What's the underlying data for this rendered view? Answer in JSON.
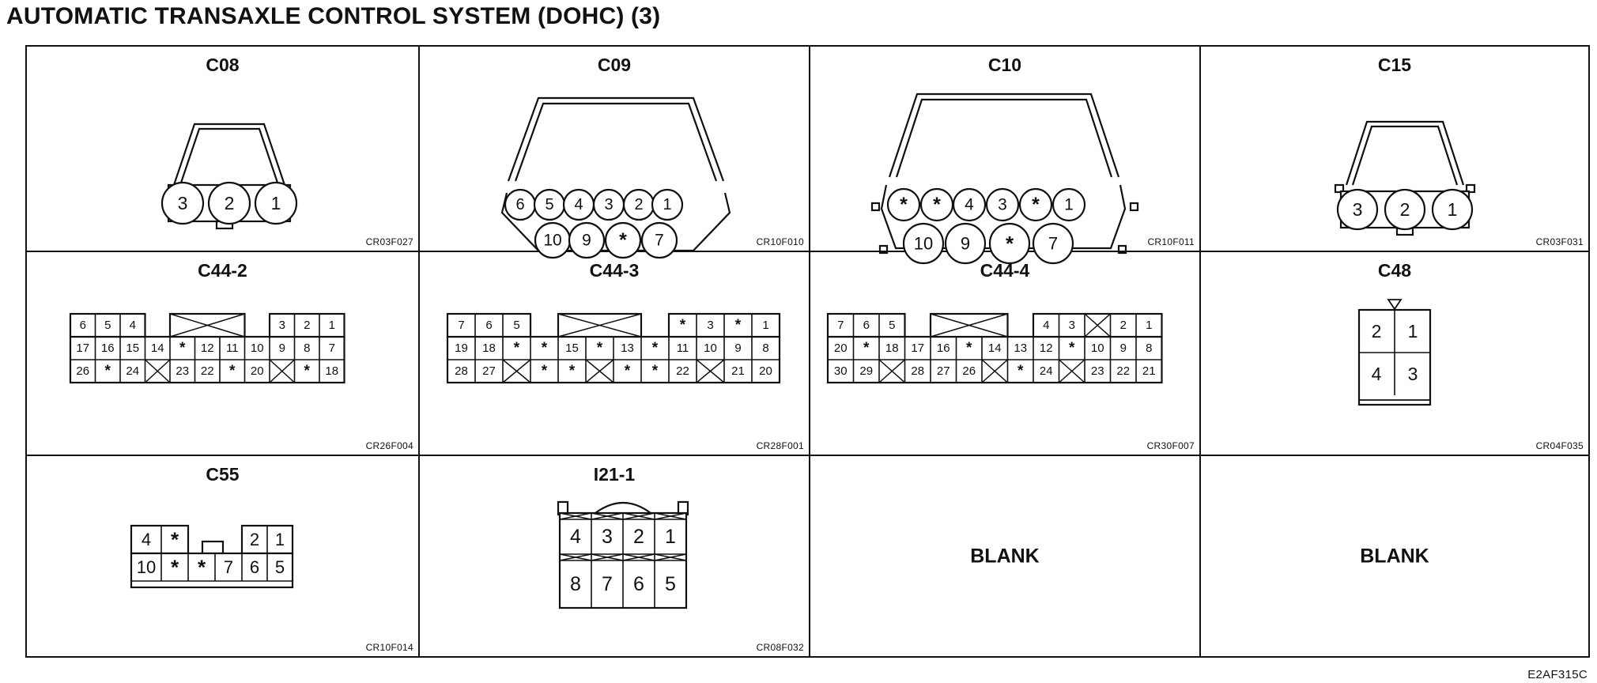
{
  "title": "AUTOMATIC TRANSAXLE CONTROL SYSTEM (DOHC) (3)",
  "document_code": "E2AF315C",
  "connectors": [
    {
      "id": "c08",
      "name": "C08",
      "code": "CR03F027",
      "row1": [
        "3",
        "2",
        "1"
      ],
      "row2": []
    },
    {
      "id": "c09",
      "name": "C09",
      "code": "CR10F010",
      "row1": [
        "6",
        "5",
        "4",
        "3",
        "2",
        "1"
      ],
      "row2": [
        "10",
        "9",
        "*",
        "7"
      ]
    },
    {
      "id": "c10",
      "name": "C10",
      "code": "CR10F011",
      "row1": [
        "*",
        "*",
        "4",
        "3",
        "*",
        "1"
      ],
      "row2": [
        "10",
        "9",
        "*",
        "7"
      ]
    },
    {
      "id": "c15",
      "name": "C15",
      "code": "CR03F031",
      "row1": [
        "3",
        "2",
        "1"
      ],
      "row2": []
    },
    {
      "id": "c44_2",
      "name": "C44-2",
      "code": "CR26F004",
      "row1": [
        "6",
        "5",
        "4",
        "",
        "",
        "",
        "3",
        "2",
        "1"
      ],
      "row2": [
        "17",
        "16",
        "15",
        "14",
        "*",
        "12",
        "11",
        "10",
        "9",
        "8",
        "7"
      ],
      "row3": [
        "26",
        "*",
        "24",
        "",
        "23",
        "22",
        "*",
        "20",
        "",
        "*",
        "18"
      ]
    },
    {
      "id": "c44_3",
      "name": "C44-3",
      "code": "CR28F001",
      "row1": [
        "7",
        "6",
        "5",
        "",
        "",
        "",
        "*",
        "3",
        "*",
        "1"
      ],
      "row2": [
        "19",
        "18",
        "*",
        "*",
        "15",
        "*",
        "13",
        "*",
        "11",
        "10",
        "9",
        "8"
      ],
      "row3": [
        "28",
        "27",
        "",
        "*",
        "*",
        "",
        "*",
        "*",
        "22",
        "",
        "21",
        "20"
      ]
    },
    {
      "id": "c44_4",
      "name": "C44-4",
      "code": "CR30F007",
      "row1": [
        "7",
        "6",
        "5",
        "",
        "",
        "",
        "4",
        "3",
        "",
        "2",
        "1"
      ],
      "row2": [
        "20",
        "*",
        "18",
        "17",
        "16",
        "*",
        "14",
        "13",
        "12",
        "*",
        "10",
        "9",
        "8"
      ],
      "row3": [
        "30",
        "29",
        "",
        "28",
        "27",
        "26",
        "",
        "*",
        "24",
        "",
        "23",
        "22",
        "21"
      ]
    },
    {
      "id": "c48",
      "name": "C48",
      "code": "CR04F035",
      "row1": [
        "2",
        "1"
      ],
      "row2": [
        "4",
        "3"
      ]
    },
    {
      "id": "c55",
      "name": "C55",
      "code": "CR10F014",
      "row1": [
        "4",
        "*",
        "",
        "",
        "2",
        "1"
      ],
      "row2": [
        "10",
        "*",
        "*",
        "7",
        "6",
        "5"
      ]
    },
    {
      "id": "i21_1",
      "name": "I21-1",
      "code": "CR08F032",
      "row1": [
        "4",
        "3",
        "2",
        "1"
      ],
      "row2": [
        "8",
        "7",
        "6",
        "5"
      ]
    },
    {
      "id": "blank1",
      "name": "",
      "code": "",
      "label": "BLANK"
    },
    {
      "id": "blank2",
      "name": "",
      "code": "",
      "label": "BLANK"
    }
  ]
}
